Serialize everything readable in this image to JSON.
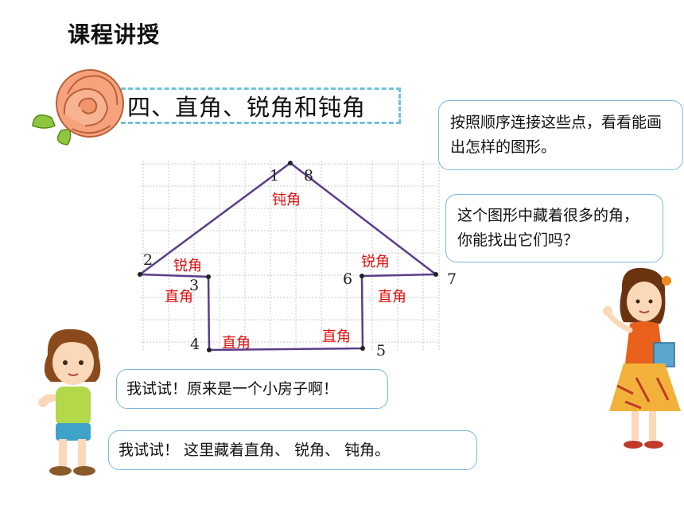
{
  "header": {
    "title": "课程讲授"
  },
  "topic": {
    "title": "四、直角、锐角和钝角"
  },
  "figure": {
    "points": {
      "p1": "1",
      "p2": "2",
      "p3": "3",
      "p4": "4",
      "p5": "5",
      "p6": "6",
      "p7": "7",
      "p8": "8"
    },
    "angle_labels": {
      "top": "钝角",
      "left_acute": "锐角",
      "left_right": "直角",
      "bottom_left": "直角",
      "bottom_right": "直角",
      "right_acute": "锐角",
      "right_right": "直角"
    },
    "colors": {
      "line": "#5b3d8a",
      "label": "#e01010",
      "grid": "#c9c9c9"
    }
  },
  "speech": {
    "teacher_1": "按照顺序连接这些点，看看能画出怎样的图形。",
    "teacher_2": "这个图形中藏着很多的角，你能找出它们吗？",
    "child_1": "我试试！原来是一个小房子啊！",
    "child_2": "我试试！ 这里藏着直角、 锐角、 钝角。"
  },
  "decor": {
    "flower": "rose-icon",
    "student": "girl-student-icon",
    "teacher": "teacher-icon"
  }
}
